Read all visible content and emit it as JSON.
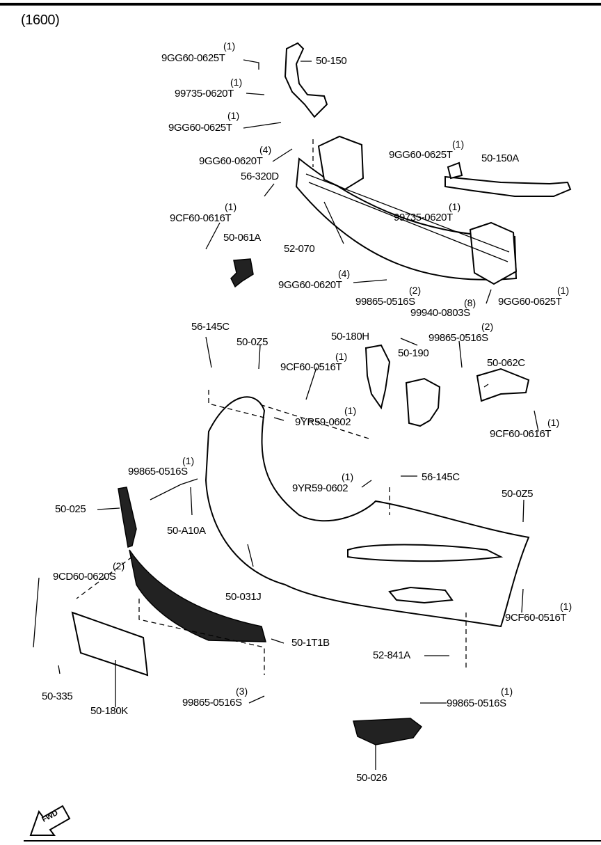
{
  "header": {
    "model": "(1600)"
  },
  "fwd_label": "FWD",
  "labels": [
    {
      "id": "l01",
      "text": "9GG60-0625T",
      "qty": "(1)"
    },
    {
      "id": "l02",
      "text": "50-150",
      "qty": ""
    },
    {
      "id": "l03",
      "text": "99735-0620T",
      "qty": "(1)"
    },
    {
      "id": "l04",
      "text": "9GG60-0625T",
      "qty": "(1)"
    },
    {
      "id": "l05",
      "text": "9GG60-0620T",
      "qty": "(4)"
    },
    {
      "id": "l06",
      "text": "9GG60-0625T",
      "qty": "(1)"
    },
    {
      "id": "l07",
      "text": "50-150A",
      "qty": ""
    },
    {
      "id": "l08",
      "text": "56-320D",
      "qty": ""
    },
    {
      "id": "l09",
      "text": "9CF60-0616T",
      "qty": "(1)"
    },
    {
      "id": "l10",
      "text": "99735-0620T",
      "qty": "(1)"
    },
    {
      "id": "l11",
      "text": "50-061A",
      "qty": ""
    },
    {
      "id": "l12",
      "text": "52-070",
      "qty": ""
    },
    {
      "id": "l13",
      "text": "9GG60-0620T",
      "qty": "(4)"
    },
    {
      "id": "l14",
      "text": "99865-0516S",
      "qty": "(2)"
    },
    {
      "id": "l15",
      "text": "99940-0803S",
      "qty": "(8)"
    },
    {
      "id": "l16",
      "text": "9GG60-0625T",
      "qty": "(1)"
    },
    {
      "id": "l17",
      "text": "56-145C",
      "qty": ""
    },
    {
      "id": "l18",
      "text": "50-0Z5",
      "qty": ""
    },
    {
      "id": "l19",
      "text": "50-180H",
      "qty": ""
    },
    {
      "id": "l20",
      "text": "99865-0516S",
      "qty": "(2)"
    },
    {
      "id": "l21",
      "text": "9CF60-0516T",
      "qty": "(1)"
    },
    {
      "id": "l22",
      "text": "50-190",
      "qty": ""
    },
    {
      "id": "l23",
      "text": "50-062C",
      "qty": ""
    },
    {
      "id": "l24",
      "text": "9YR59-0602",
      "qty": "(1)"
    },
    {
      "id": "l25",
      "text": "9CF60-0616T",
      "qty": "(1)"
    },
    {
      "id": "l26",
      "text": "99865-0516S",
      "qty": "(1)"
    },
    {
      "id": "l27",
      "text": "9YR59-0602",
      "qty": "(1)"
    },
    {
      "id": "l28",
      "text": "56-145C",
      "qty": ""
    },
    {
      "id": "l29",
      "text": "50-025",
      "qty": ""
    },
    {
      "id": "l30",
      "text": "50-A10A",
      "qty": ""
    },
    {
      "id": "l31",
      "text": "50-0Z5",
      "qty": ""
    },
    {
      "id": "l32",
      "text": "9CD60-0620S",
      "qty": "(2)"
    },
    {
      "id": "l33",
      "text": "50-031J",
      "qty": ""
    },
    {
      "id": "l34",
      "text": "9CF60-0516T",
      "qty": "(1)"
    },
    {
      "id": "l35",
      "text": "50-1T1B",
      "qty": ""
    },
    {
      "id": "l36",
      "text": "52-841A",
      "qty": ""
    },
    {
      "id": "l37",
      "text": "50-335",
      "qty": ""
    },
    {
      "id": "l38",
      "text": "50-180K",
      "qty": ""
    },
    {
      "id": "l39",
      "text": "99865-0516S",
      "qty": "(3)"
    },
    {
      "id": "l40",
      "text": "99865-0516S",
      "qty": "(1)"
    },
    {
      "id": "l41",
      "text": "50-026",
      "qty": ""
    }
  ]
}
